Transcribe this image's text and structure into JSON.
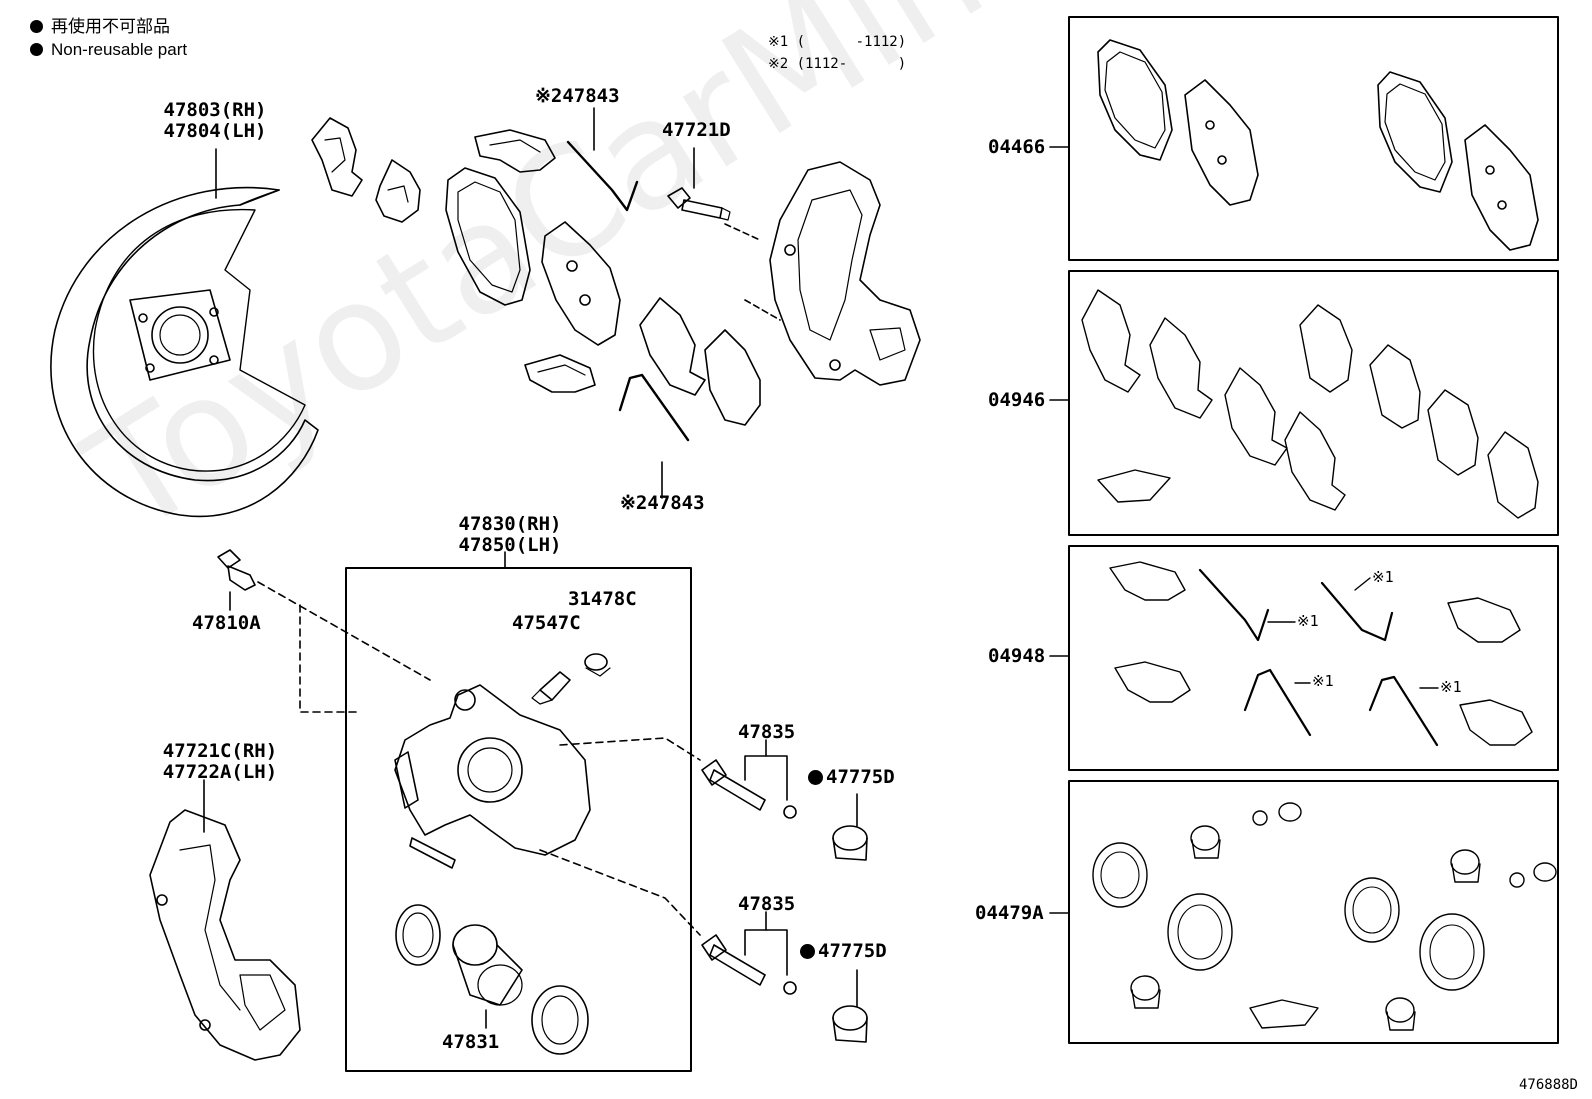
{
  "legend": {
    "jp": "再使用不可部品",
    "en": "Non-reusable part"
  },
  "notes": {
    "note1": "※1 (      -1112)",
    "note2": "※2 (1112-      )"
  },
  "parts": {
    "dust_cover_rh": "47803(RH)",
    "dust_cover_lh": "47804(LH)",
    "clip_2_top": "※247843",
    "clip_2_bottom": "※247843",
    "bolt_47721d": "47721D",
    "bleeder_47810a": "47810A",
    "cyl_rh": "47830(RH)",
    "cyl_lh": "47850(LH)",
    "cap_31478c": "31478C",
    "plug_47547c": "47547C",
    "pin_47835_upper": "47835",
    "pin_47835_lower": "47835",
    "boot_47775d_upper": "47775D",
    "boot_47775d_lower": "47775D",
    "mount_rh": "47721C(RH)",
    "mount_lh": "47722A(LH)",
    "piston_47831": "47831"
  },
  "kits": {
    "pad_kit": "04466",
    "shim_kit": "04946",
    "fitting_kit": "04948",
    "cylinder_kit": "04479A"
  },
  "kit_marks": {
    "m1a": "※1",
    "m1b": "※1",
    "m1c": "※1",
    "m1d": "※1"
  },
  "diagram_id": "476888D",
  "watermark": "ToyotaCarMine.ru"
}
